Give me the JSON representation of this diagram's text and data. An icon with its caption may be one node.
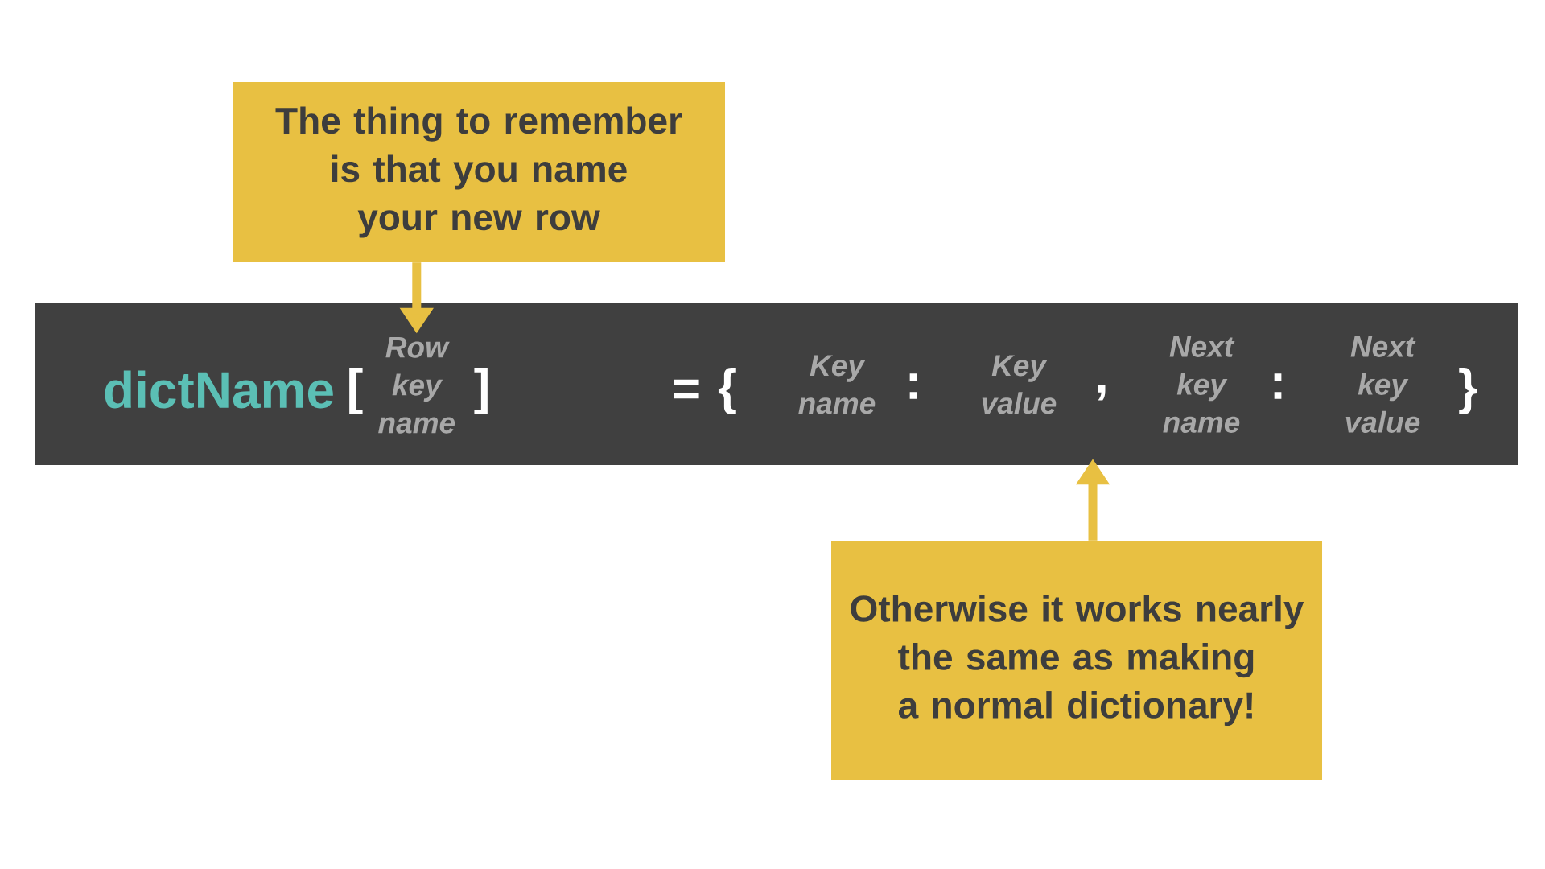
{
  "diagram": {
    "nodes": [
      {
        "text": [
          "The thing to remember is that you name your new row"
        ]
      },
      {
        "text": [
          "dictName",
          "[",
          "]",
          "=",
          "{",
          "Key name",
          ":",
          "Key value",
          ",",
          "Next key name",
          ":",
          "Next key value",
          "}"
        ]
      },
      {
        "text": [
          "Row key name"
        ],
        "in": 1
      },
      {
        "text": [
          "Otherwise it works nearly the same as making a normal dictionary!"
        ]
      }
    ],
    "edges": [
      {
        "from": 0,
        "to": 2,
        "arrow": "to"
      },
      {
        "from": 3,
        "to": 1,
        "arrow": "to"
      }
    ]
  }
}
